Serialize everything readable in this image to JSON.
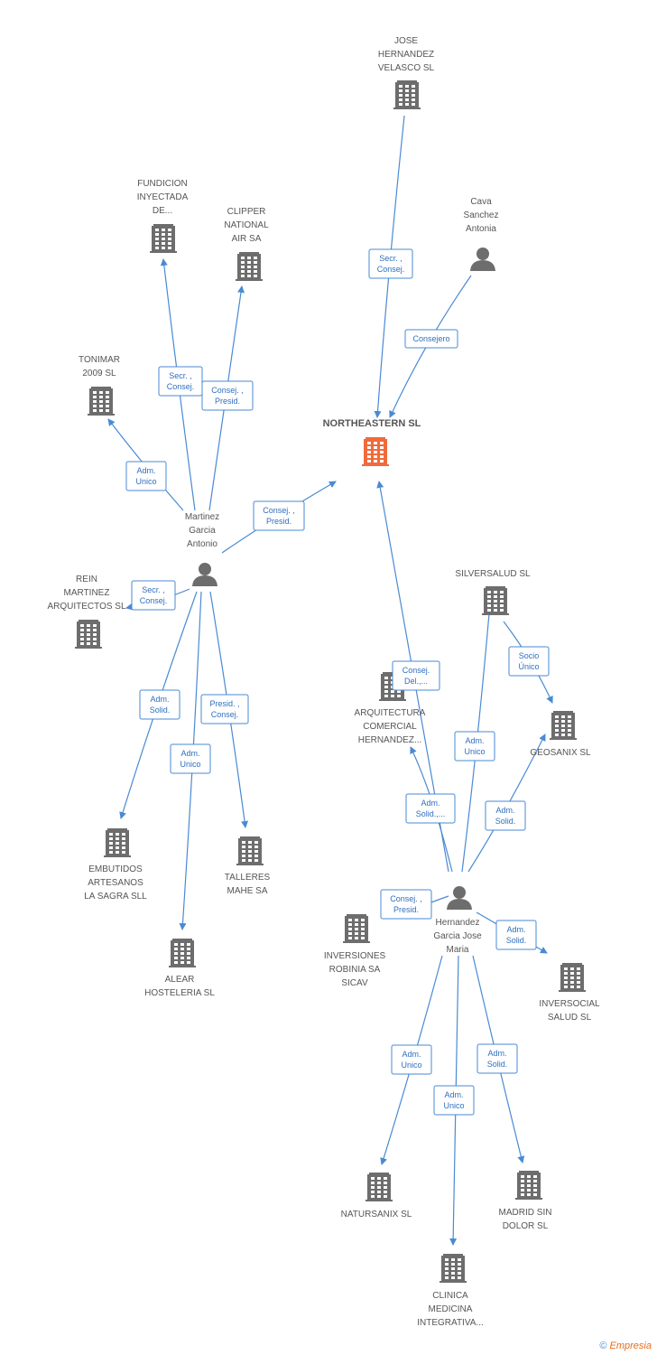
{
  "colors": {
    "edge": "#4a8ad4",
    "node": "#6d6d6d",
    "center": "#f06a3b",
    "label": "#555555"
  },
  "center": {
    "id": "northeastern",
    "label": [
      "NORTHEASTERN SL"
    ]
  },
  "nodes": [
    {
      "id": "jose_hv",
      "type": "company",
      "label": [
        "JOSE",
        "HERNANDEZ",
        "VELASCO  SL"
      ]
    },
    {
      "id": "cava",
      "type": "person",
      "label": [
        "Cava",
        "Sanchez",
        "Antonia"
      ]
    },
    {
      "id": "fundicion",
      "type": "company",
      "label": [
        "FUNDICION",
        "INYECTADA",
        "DE..."
      ]
    },
    {
      "id": "clipper",
      "type": "company",
      "label": [
        "CLIPPER",
        "NATIONAL",
        "AIR SA"
      ]
    },
    {
      "id": "tonimar",
      "type": "company",
      "label": [
        "TONIMAR",
        "2009 SL"
      ]
    },
    {
      "id": "martinez",
      "type": "person",
      "label": [
        "Martinez",
        "Garcia",
        "Antonio"
      ]
    },
    {
      "id": "rein",
      "type": "company",
      "label": [
        "REIN",
        "MARTINEZ",
        "ARQUITECTOS SL"
      ]
    },
    {
      "id": "embutidos",
      "type": "company",
      "label": [
        "EMBUTIDOS",
        "ARTESANOS",
        "LA SAGRA SLL"
      ]
    },
    {
      "id": "talleres",
      "type": "company",
      "label": [
        "TALLERES",
        "MAHE SA"
      ]
    },
    {
      "id": "alear",
      "type": "company",
      "label": [
        "ALEAR",
        "HOSTELERIA SL"
      ]
    },
    {
      "id": "silversalud",
      "type": "company",
      "label": [
        "SILVERSALUD SL"
      ]
    },
    {
      "id": "geosanix",
      "type": "company",
      "label": [
        "GEOSANIX SL"
      ]
    },
    {
      "id": "arquitectura",
      "type": "company",
      "label": [
        "ARQUITECTURA",
        "COMERCIAL",
        "HERNANDEZ..."
      ]
    },
    {
      "id": "hernandez",
      "type": "person",
      "label": [
        "Hernandez",
        "Garcia Jose",
        "Maria"
      ]
    },
    {
      "id": "inversiones",
      "type": "company",
      "label": [
        "INVERSIONES",
        "ROBINIA SA",
        "SICAV"
      ]
    },
    {
      "id": "inversocial",
      "type": "company",
      "label": [
        "INVERSOCIAL",
        "SALUD SL"
      ]
    },
    {
      "id": "natursanix",
      "type": "company",
      "label": [
        "NATURSANIX SL"
      ]
    },
    {
      "id": "madrid",
      "type": "company",
      "label": [
        "MADRID SIN",
        "DOLOR SL"
      ]
    },
    {
      "id": "clinica",
      "type": "company",
      "label": [
        "CLINICA",
        "MEDICINA",
        "INTEGRATIVA..."
      ]
    }
  ],
  "edges": [
    {
      "from": "jose_hv",
      "to": "northeastern",
      "label": [
        "Secr. ,",
        "Consej."
      ]
    },
    {
      "from": "cava",
      "to": "northeastern",
      "label": [
        "Consejero"
      ]
    },
    {
      "from": "martinez",
      "to": "fundicion",
      "label": [
        "Secr. ,",
        "Consej."
      ]
    },
    {
      "from": "martinez",
      "to": "clipper",
      "label": [
        "Consej. ,",
        "Presid."
      ]
    },
    {
      "from": "martinez",
      "to": "tonimar",
      "label": [
        "Adm.",
        "Unico"
      ]
    },
    {
      "from": "martinez",
      "to": "northeastern",
      "label": [
        "Consej. ,",
        "Presid."
      ]
    },
    {
      "from": "martinez",
      "to": "rein",
      "label": [
        "Secr. ,",
        "Consej."
      ]
    },
    {
      "from": "martinez",
      "to": "embutidos",
      "label": [
        "Adm.",
        "Solid."
      ]
    },
    {
      "from": "martinez",
      "to": "talleres",
      "label": [
        "Presid. ,",
        "Consej."
      ]
    },
    {
      "from": "martinez",
      "to": "alear",
      "label": [
        "Adm.",
        "Unico"
      ]
    },
    {
      "from": "hernandez",
      "to": "northeastern",
      "label": [
        "Consej.",
        "Del.,..."
      ]
    },
    {
      "from": "hernandez",
      "to": "silversalud",
      "label": [
        "Adm.",
        "Unico"
      ]
    },
    {
      "from": "silversalud",
      "to": "geosanix",
      "label": [
        "Socio",
        "Único"
      ]
    },
    {
      "from": "hernandez",
      "to": "geosanix",
      "label": [
        "Adm.",
        "Solid."
      ]
    },
    {
      "from": "hernandez",
      "to": "arquitectura",
      "label": [
        "Adm.",
        "Solid.,..."
      ]
    },
    {
      "from": "hernandez",
      "to": "inversiones",
      "label": [
        "Consej. ,",
        "Presid."
      ]
    },
    {
      "from": "hernandez",
      "to": "inversocial",
      "label": [
        "Adm.",
        "Solid."
      ]
    },
    {
      "from": "hernandez",
      "to": "natursanix",
      "label": [
        "Adm.",
        "Unico"
      ]
    },
    {
      "from": "hernandez",
      "to": "madrid",
      "label": [
        "Adm.",
        "Solid."
      ]
    },
    {
      "from": "hernandez",
      "to": "clinica",
      "label": [
        "Adm.",
        "Unico"
      ]
    }
  ],
  "footer": {
    "copyright": "©",
    "brand": "Empresia"
  }
}
